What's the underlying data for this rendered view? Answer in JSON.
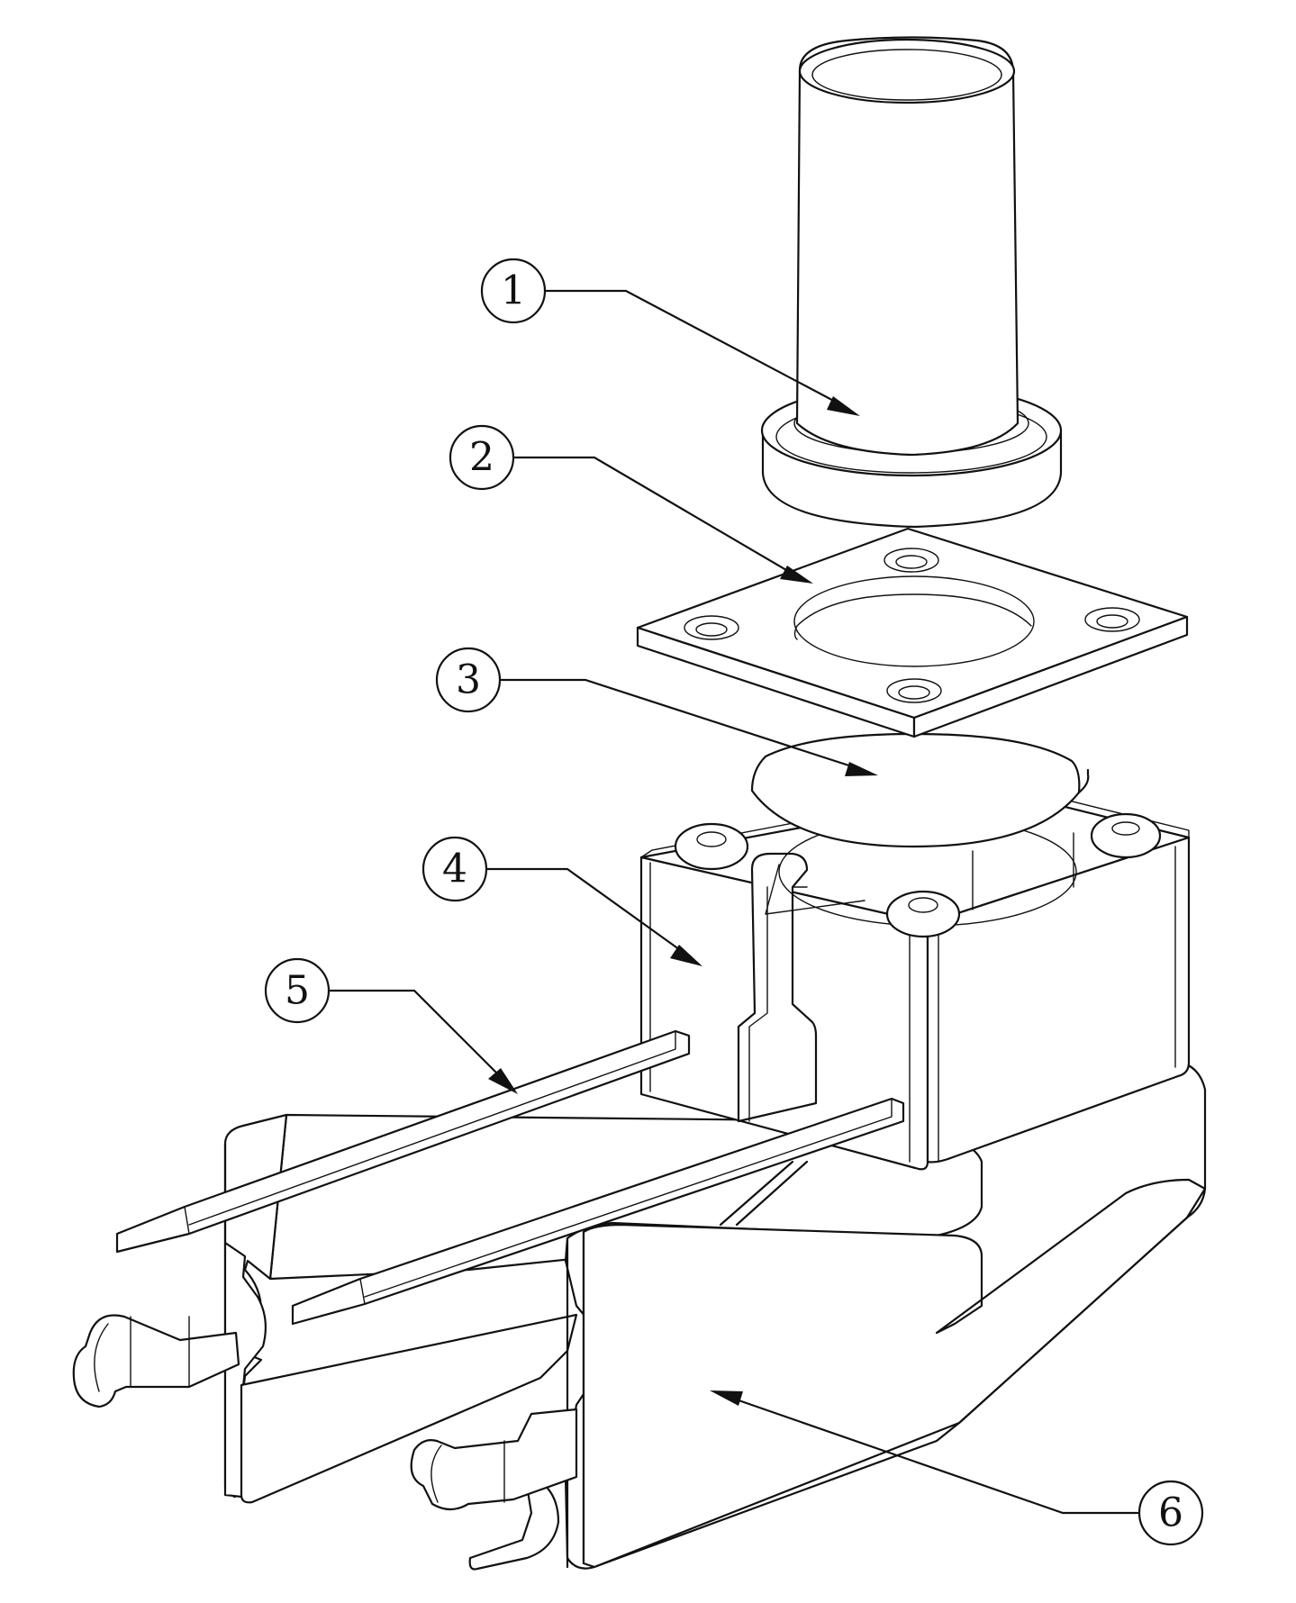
{
  "callouts": [
    {
      "label": "1",
      "part": "actuator"
    },
    {
      "label": "2",
      "part": "cover-plate"
    },
    {
      "label": "3",
      "part": "dome-contact"
    },
    {
      "label": "4",
      "part": "housing"
    },
    {
      "label": "5",
      "part": "terminal-pin"
    },
    {
      "label": "6",
      "part": "mounting-bracket"
    }
  ]
}
